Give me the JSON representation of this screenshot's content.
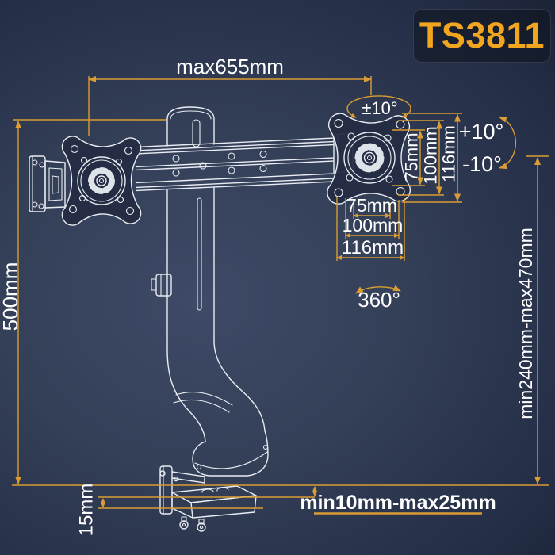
{
  "model_badge": {
    "label": "TS3811"
  },
  "dims": {
    "top_width": "max655mm",
    "pole_height": "500mm",
    "height_range": "min240mm-max470mm",
    "desk_thickness": "min10mm-max25mm",
    "clamp_gap": "15mm",
    "vesa_vertical": [
      "75mm",
      "100mm",
      "116mm"
    ],
    "vesa_horizontal": [
      "75mm",
      "100mm",
      "116mm"
    ]
  },
  "angles": {
    "tilt_top": "±10°",
    "tilt_up": "+10°",
    "tilt_down": "-10°",
    "swivel": "360°"
  },
  "colors": {
    "accent": "#DA9C33",
    "label": "#FFFFFF",
    "badge_text": "#F2A51E"
  }
}
